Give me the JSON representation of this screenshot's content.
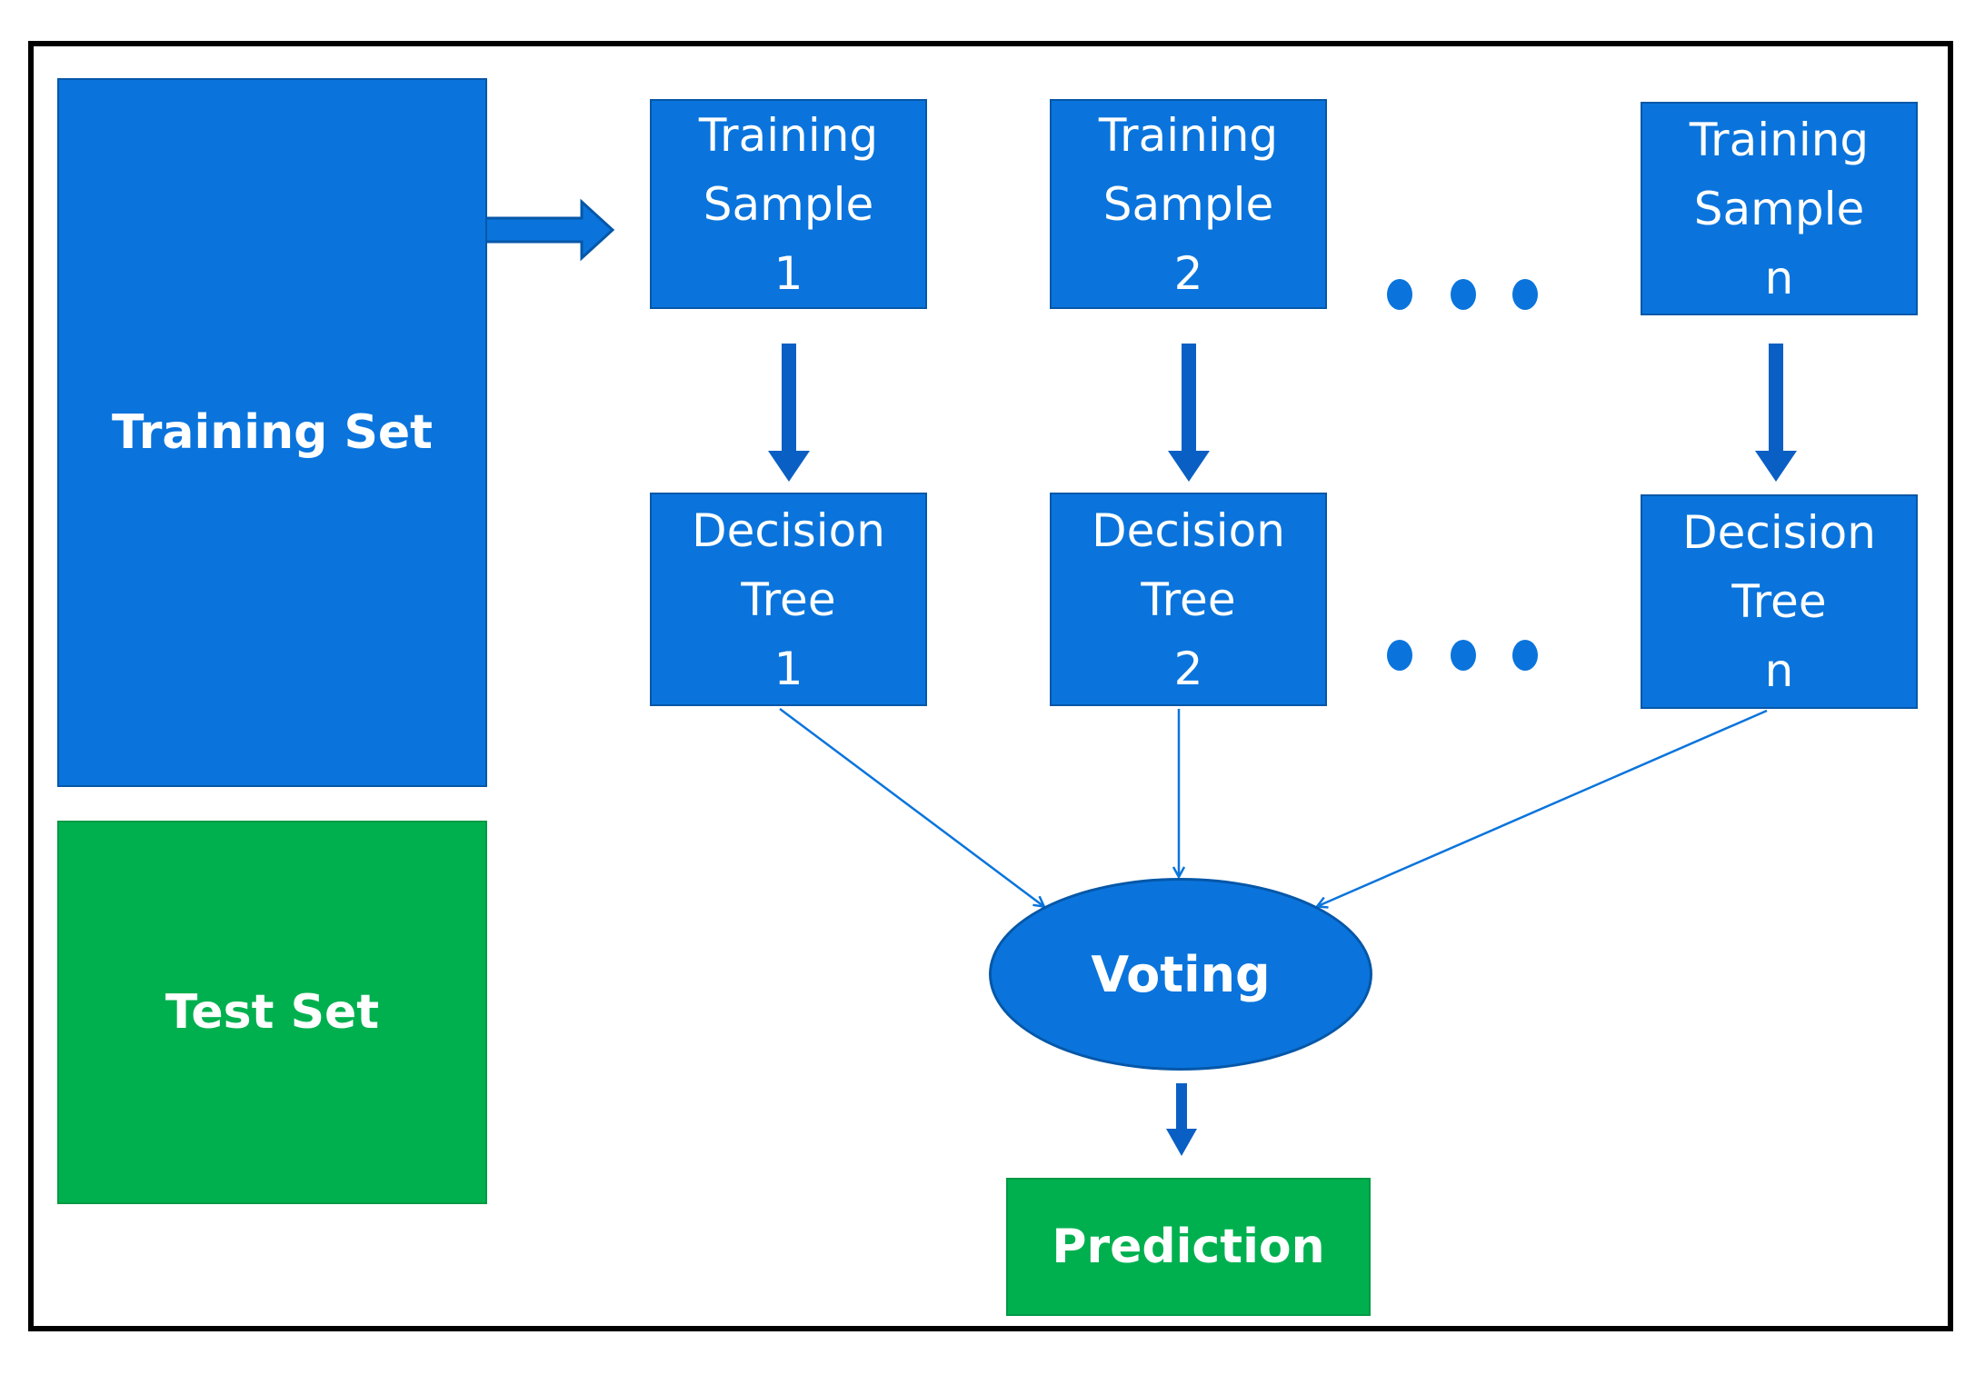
{
  "training_set": {
    "label": "Training Set"
  },
  "test_set": {
    "label": "Test Set"
  },
  "samples": [
    {
      "line1": "Training",
      "line2": "Sample",
      "line3": "1"
    },
    {
      "line1": "Training",
      "line2": "Sample",
      "line3": "2"
    },
    {
      "line1": "Training",
      "line2": "Sample",
      "line3": "n"
    }
  ],
  "trees": [
    {
      "line1": "Decision",
      "line2": "Tree",
      "line3": "1"
    },
    {
      "line1": "Decision",
      "line2": "Tree",
      "line3": "2"
    },
    {
      "line1": "Decision",
      "line2": "Tree",
      "line3": "n"
    }
  ],
  "voting": {
    "label": "Voting"
  },
  "prediction": {
    "label": "Prediction"
  },
  "colors": {
    "box_blue": "#0a74dc",
    "box_green": "#00b04f",
    "arrow_blue": "#0a5fc4",
    "dots": "#0a74dc"
  }
}
